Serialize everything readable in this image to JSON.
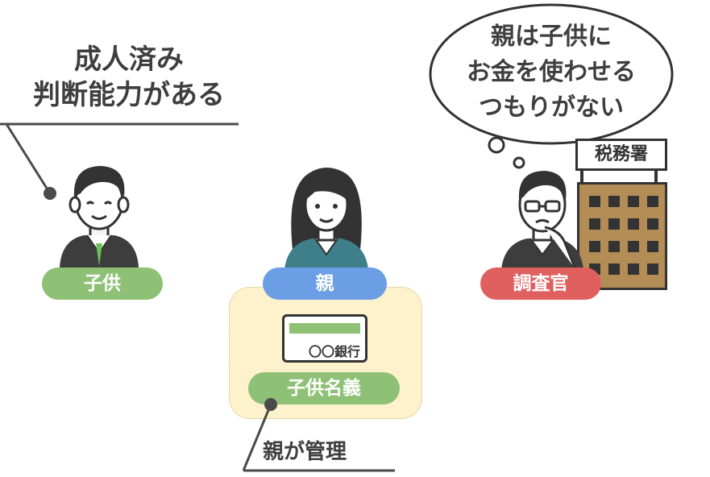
{
  "child": {
    "speech_line1": "成人済み",
    "speech_line2": "判断能力がある",
    "label": "子供",
    "label_color": "#8ec176"
  },
  "parent": {
    "label": "親",
    "label_color": "#6b9ee4",
    "account_label": "子供名義",
    "account_label_color": "#8ec176",
    "bankbook_text": "〇〇銀行",
    "note": "親が管理",
    "panel_color": "#fef2cc"
  },
  "investigator": {
    "thought_line1": "親は子供に",
    "thought_line2": "お金を使わせる",
    "thought_line3": "つもりがない",
    "label": "調査官",
    "label_color": "#e06060",
    "office_sign": "税務署",
    "building_color": "#b48c55"
  },
  "icons": [
    "man-icon",
    "woman-icon",
    "investigator-icon",
    "bankbook-icon",
    "tax-office-building-icon",
    "thought-bubble-icon"
  ]
}
